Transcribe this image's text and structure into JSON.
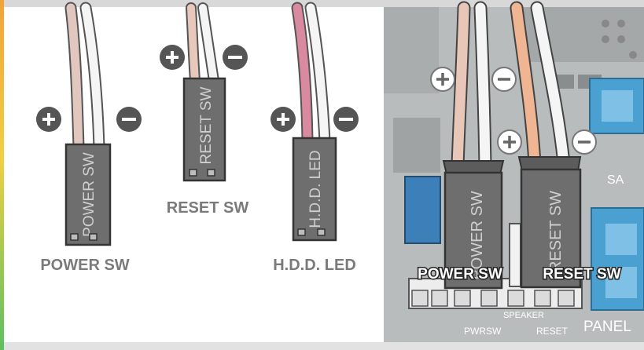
{
  "connectors": {
    "power": {
      "body_text": "POWER SW",
      "caption": "POWER SW"
    },
    "reset": {
      "body_text": "RESET SW",
      "caption": "RESET SW"
    },
    "hdd": {
      "body_text": "H.D.D. LED",
      "caption": "H.D.D. LED"
    }
  },
  "board": {
    "power_label": "POWER SW",
    "reset_label": "RESET SW",
    "power_body_text": "POWER SW",
    "reset_body_text": "RESET SW",
    "silkscreen": {
      "pwrsw": "PWRSW",
      "reset": "RESET",
      "speaker": "SPEAKER",
      "panel": "PANEL",
      "sa": "SA"
    }
  },
  "polarity": {
    "plus": "+",
    "minus": "−"
  },
  "colors": {
    "connector_body": "#6e6e6e",
    "label_gray": "#7a7a7a",
    "board_bg": "#b9bcbc",
    "header_blue": "#4aa0d0"
  }
}
